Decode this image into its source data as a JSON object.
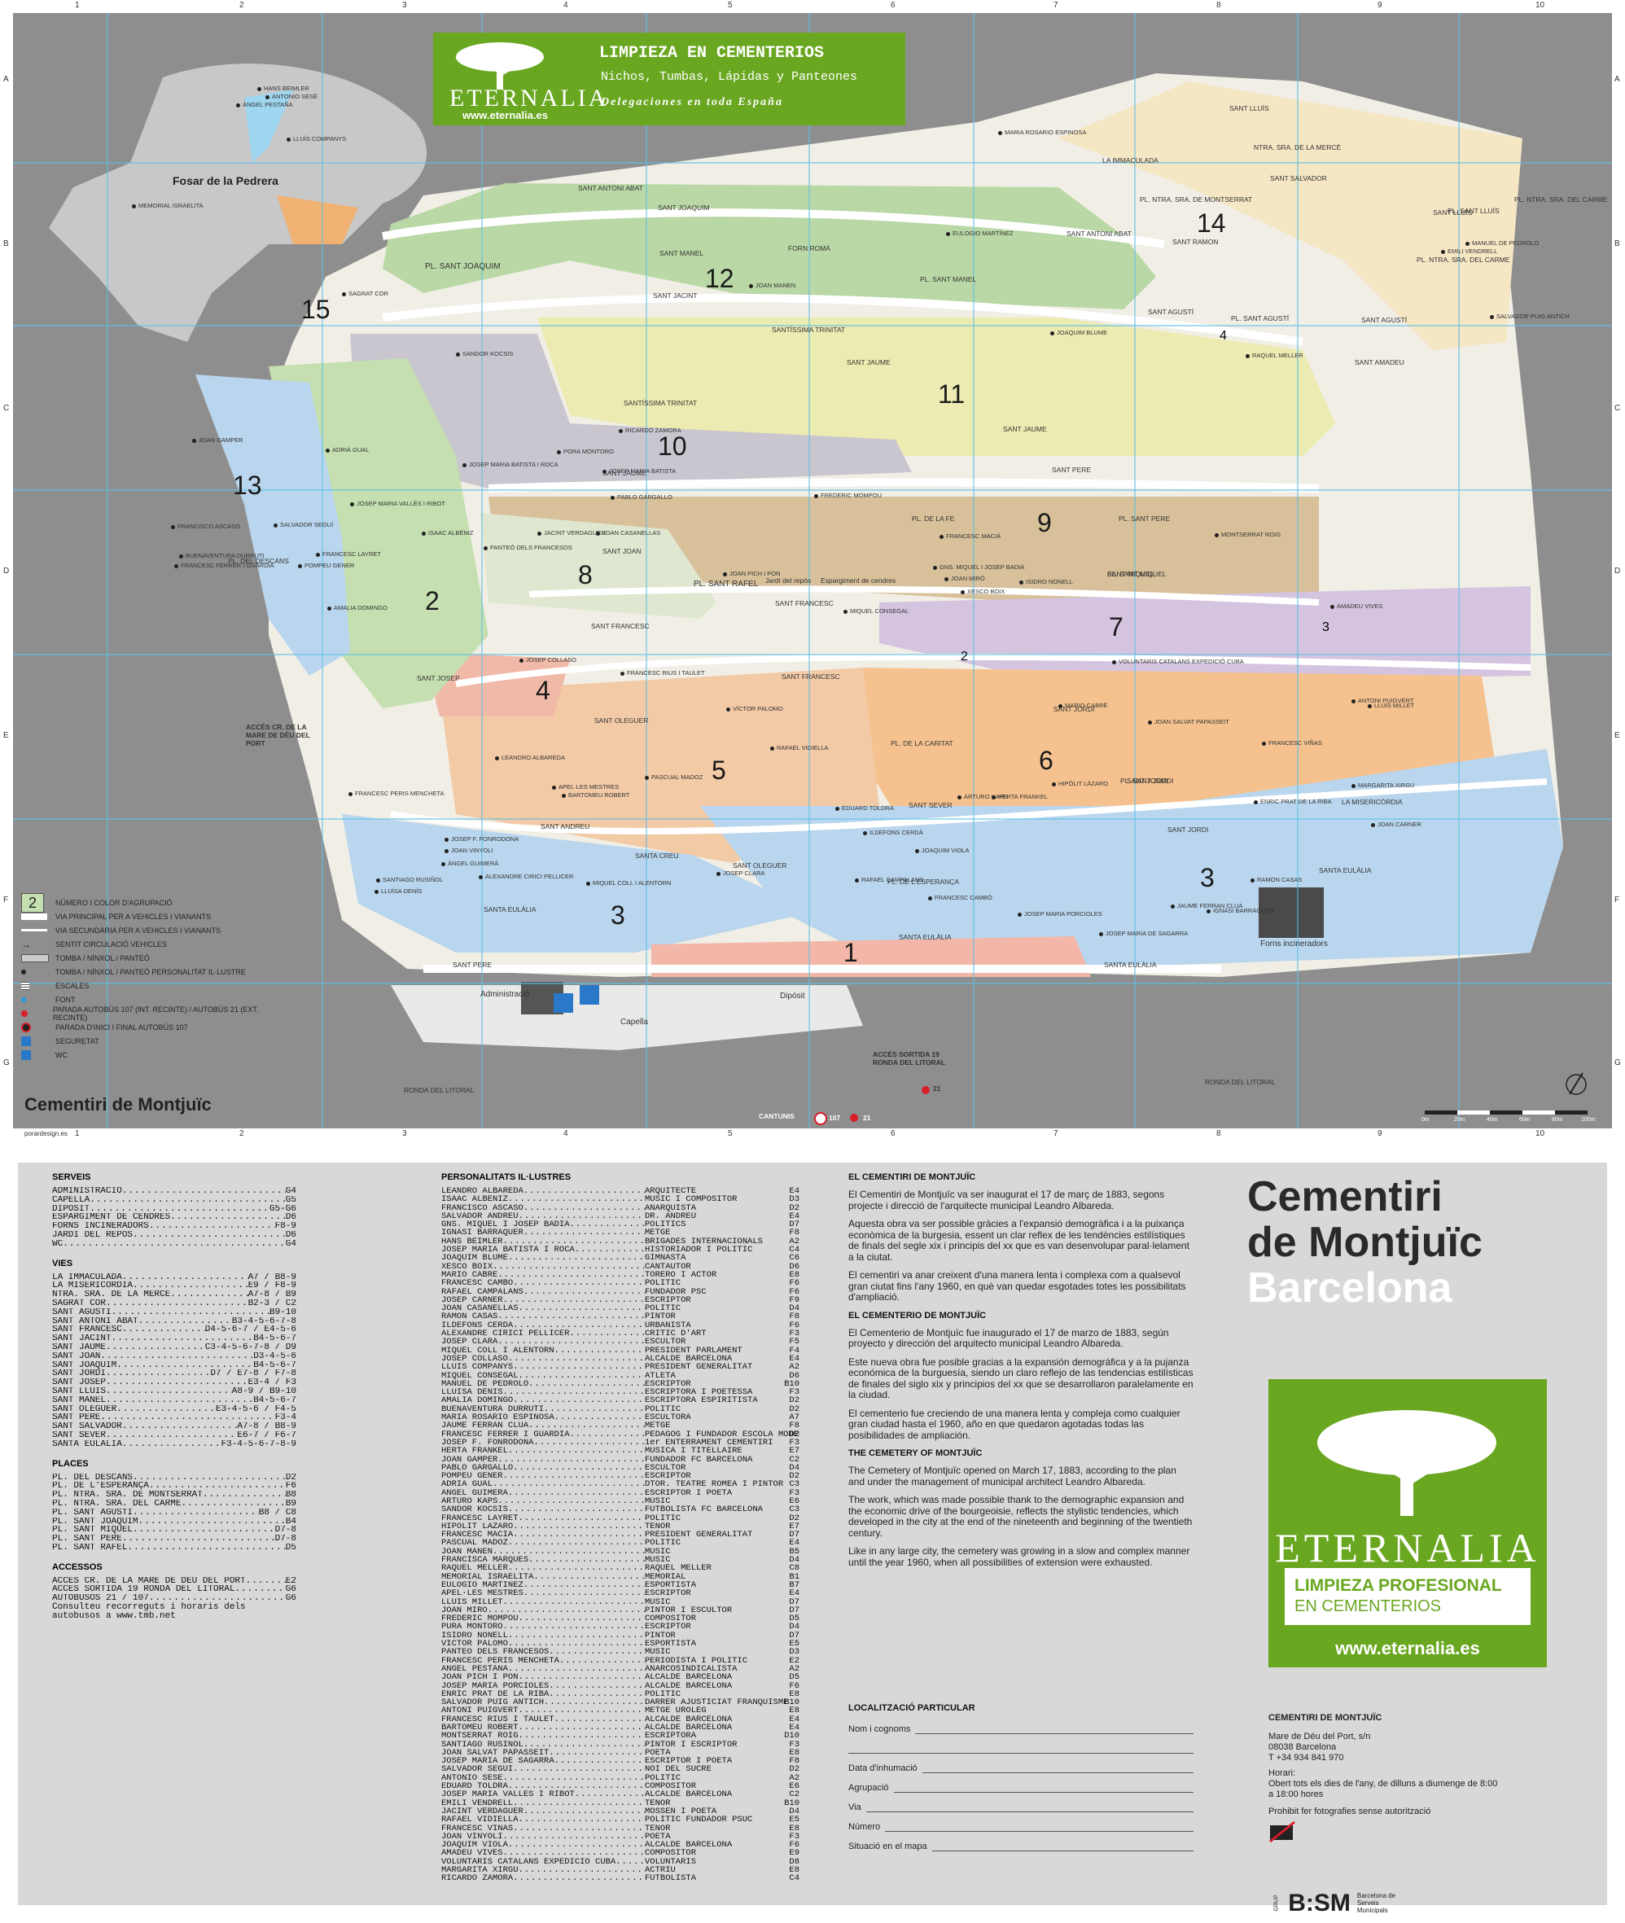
{
  "map": {
    "title": "Cementiri de Montjuïc",
    "credit": "porardesign.es",
    "grid_cols": [
      "1",
      "2",
      "3",
      "4",
      "5",
      "6",
      "7",
      "8",
      "9",
      "10"
    ],
    "grid_rows": [
      "A",
      "B",
      "C",
      "D",
      "E",
      "F",
      "G"
    ],
    "zones": [
      "1",
      "2",
      "3",
      "3",
      "4",
      "5",
      "6",
      "7",
      "8",
      "9",
      "10",
      "11",
      "12",
      "13",
      "14",
      "15"
    ],
    "extra_marks": [
      "4",
      "3",
      "2"
    ],
    "area_fossar": "Fosar de la Pedrera",
    "ad": {
      "line1": "LIMPIEZA EN CEMENTERIOS",
      "line2": "Nichos, Tumbas, Lápidas y Panteones",
      "line3": "Delegaciones en toda España",
      "brand": "ETERNALIA",
      "url": "www.eternalia.es"
    },
    "streets": [
      "SANT ANTONI ABAT",
      "SANT JOAQUIM",
      "SANT MANEL",
      "SANT JACINT",
      "SANTÍSSIMA TRINITAT",
      "SANTÍSSIMA TRINITAT",
      "SANT JAUME",
      "SANT JAUME",
      "SANT JAUME",
      "SANT JOAN",
      "SANT FRANCESC",
      "SANT FRANCESC",
      "SANT FRANCESC",
      "SANT OLEGUER",
      "SANT JOSEP",
      "SANT ANDREU",
      "SANTA CREU",
      "SANT OLEGUER",
      "SANTA EULÀLIA",
      "SANTA EULÀLIA",
      "SANTA EULÀLIA",
      "SANTA EULÀLIA",
      "SANT PERE",
      "SANT SEVER",
      "SANT JORDI",
      "SANT JORDI",
      "SANT JORDI",
      "SANT MIQUEL",
      "SANT PERE",
      "SANT LLUÍS",
      "NTRA. SRA. DE LA MERCÈ",
      "LA IMMACULADA",
      "SANT SALVADOR",
      "SANT RAMON",
      "SANT AGUSTÍ",
      "SANT AGUSTÍ",
      "SANT AMADEU",
      "LA MISERICÒRDIA",
      "SANT LLUÍS",
      "SANT ANTONI ABAT",
      "RONDA DEL LITORAL",
      "RONDA DEL LITORAL"
    ],
    "places": [
      "PL. SANT JOAQUIM",
      "FORN ROMÀ",
      "PL. SANT MANEL",
      "PL. SANT RAFEL",
      "Jardí del repòs",
      "Espargiment de cendres",
      "PL. DE LA FE",
      "PL. SANT PERE",
      "PL. SANT MIQUEL",
      "PL. DE LA CARITAT",
      "PL. DEL DESCANS",
      "PL. DE L'ESPERANÇA",
      "PL. SANT AGUSTÍ",
      "PL. NTRA. SRA. DE MONTSERRAT",
      "PL. NTRA. SRA. DEL CARME",
      "PL. NTRA. SRA. DEL CARME",
      "PL. SANT LLUÍS",
      "PL. SANT JORDI",
      "Administració",
      "Capella",
      "Dipòsit",
      "Forns incineradors",
      "ACCÉS CR. DE LA MARE DE DÉU DEL PORT",
      "ACCÉS SORTIDA 19 RONDA DEL LITORAL",
      "CANTUNIS"
    ],
    "people": [
      "HANS BEIMLER",
      "ANTONIO SESÉ",
      "ÀNGEL PESTAÑA",
      "LLUÍS COMPANYS",
      "MEMORIAL ISRAELITA",
      "SAGRAT COR",
      "SANDOR KOCSIS",
      "JOAN MANEN",
      "JOAQUIM BLUME",
      "RICARDO ZAMORA",
      "PORA MONTORO",
      "JOSEP MARIA BATISTA I ROCA",
      "PABLO GARGALLO",
      "FREDERIC MOMPOU",
      "ISAAC ALBÉNIZ",
      "JACINT VERDAGUER",
      "JOAN CASANELLAS",
      "PANTEÓ DELS FRANCESOS",
      "JOAN PICH I PON",
      "FRANCESC MACIÀ",
      "GNS. MIQUEL I JOSEP BADIA",
      "JOAN MIRÓ",
      "ISIDRO NONELL",
      "XESCO BOIX",
      "MIQUEL CONSEGAL",
      "FRANCESC RIUS I TAULET",
      "JOSEP COLLASO",
      "AMALIA DOMINGO",
      "JOSEP MARIA VALLÈS I RIBOT",
      "ADRIÀ GUAL",
      "JOAN GAMPER",
      "FRANCESC LAYRET",
      "POMPEU GENER",
      "FRANCISCO ASCASO",
      "BUENAVENTURA DURRUTI",
      "FRANCESC FERRER I GUÀRDIA",
      "SALVADOR SEGUÍ",
      "VÍCTOR PALOMO",
      "RAFAEL VIDIELLA",
      "LEANDRO ALBAREDA",
      "APEL·LES MESTRES",
      "BARTOMEU ROBERT",
      "PASCUAL MADOZ",
      "EDUARD TOLDRA",
      "ILDEFONS CERDÀ",
      "JOAQUIM VIOLA",
      "RAFAEL CAMPALANS",
      "FRANCESC CAMBÓ",
      "JOSEP MARIA PORCIOLES",
      "ARTURO KAPS",
      "HERTA FRANKEL",
      "HIPÒLIT LÀZARO",
      "ENRIC PRAT DE LA RIBA",
      "FRANCESC VIÑAS",
      "JOAN SALVAT PAPASSEIT",
      "MARIO CABRÉ",
      "ANTONI PUIGVERT",
      "LLUÍS MILLET",
      "VOLUNTARIS CATALANS EXPEDICIÓ CUBA",
      "MONTSERRAT ROIG",
      "AMADEU VIVES",
      "MARGARITA XIRGU",
      "JOAN CARNER",
      "RAMON CASAS",
      "JAUME FERRAN CLUA",
      "IGNASI BARRAQUER",
      "JOSEP MARIA DE SAGARRA",
      "FRANCESC PERIS MENCHETA",
      "JOSEP F. FONRODONA",
      "JOAN VINYOLI",
      "ÀNGEL GUIMERÀ",
      "ALEXANDRE CIRICI PELLICER",
      "MIQUEL COLL I ALENTORN",
      "JOSEP CLARA",
      "SANTIAGO RUSIÑOL",
      "LLUÍSA DENÍS",
      "JOSEP MARIA BATISTA",
      "MARIA ROSARIO ESPINOSA",
      "EULOGIO MARTÍNEZ",
      "RAQUEL MELLER",
      "MANUEL DE PEDROLO",
      "EMILI VENDRELL",
      "SALVADOR PUIG ANTICH"
    ],
    "legend": [
      {
        "sym": "2",
        "text": "NÚMERO I COLOR D'AGRUPACIÓ"
      },
      {
        "sym": "main-road",
        "text": "VIA PRINCIPAL PER A VEHICLES I VIANANTS"
      },
      {
        "sym": "sec-road",
        "text": "VIA SECUNDÀRIA PER A VEHICLES I VIANANTS"
      },
      {
        "sym": "arrow",
        "text": "SENTIT CIRCULACIÓ VEHICLES"
      },
      {
        "sym": "tomb",
        "text": "TOMBA / NÍNXOL / PANTEÓ"
      },
      {
        "sym": "tomb-p",
        "text": "TOMBA / NÍNXOL / PANTEÓ PERSONALITAT IL·LUSTRE"
      },
      {
        "sym": "stairs",
        "text": "ESCALES"
      },
      {
        "sym": "fount",
        "text": "FONT"
      },
      {
        "sym": "bus",
        "text": "PARADA AUTOBÚS 107 (INT. RECINTE) / AUTOBÚS 21 (EXT. RECINTE)"
      },
      {
        "sym": "bus2",
        "text": "PARADA D'INICI I FINAL AUTOBÚS 107"
      },
      {
        "sym": "security",
        "text": "SEGURETAT"
      },
      {
        "sym": "wc",
        "text": "WC"
      }
    ],
    "scale_labels": [
      "0m",
      "20m",
      "40m",
      "60m",
      "80m",
      "100m"
    ],
    "bus_labels": {
      "b107": "107",
      "b21": "21",
      "b21b": "21"
    }
  },
  "services": {
    "header": "SERVEIS",
    "items": [
      [
        "ADMINISTRACIÓ",
        "G4"
      ],
      [
        "CAPELLA",
        "G5"
      ],
      [
        "DIPÒSIT",
        "G5-G6"
      ],
      [
        "ESPARGIMENT DE CENDRES",
        "D6"
      ],
      [
        "FORNS INCINERADORS",
        "F8-9"
      ],
      [
        "JARDÍ DEL REPÒS",
        "D6"
      ],
      [
        "WC",
        "G4"
      ]
    ]
  },
  "vies": {
    "header": "VIES",
    "items": [
      [
        "LA IMMACULADA",
        "A7 / B8-9"
      ],
      [
        "LA MISERICÒRDIA",
        "E9 / F8-9"
      ],
      [
        "NTRA. SRA. DE LA MERCÈ",
        "A7-8 / B9"
      ],
      [
        "SAGRAT COR",
        "B2-3 / C2"
      ],
      [
        "SANT AGUSTÍ",
        "B9-10"
      ],
      [
        "SANT ANTONI ABAT",
        "B3-4-5-6-7-8"
      ],
      [
        "SANT FRANCESC",
        "D4-5-6-7 / E4-5-6"
      ],
      [
        "SANT JACINT",
        "B4-5-6-7"
      ],
      [
        "SANT JAUME",
        "C3-4-5-6-7-8 / D9"
      ],
      [
        "SANT JOAN",
        "D3-4-5-6"
      ],
      [
        "SANT JOAQUIM",
        "B4-5-6-7"
      ],
      [
        "SANT JORDI",
        "D7 / E7-8 / F7-8"
      ],
      [
        "SANT JOSEP",
        "E3-4 / F3"
      ],
      [
        "SANT LLUÍS",
        "A8-9 / B9-10"
      ],
      [
        "SANT MANEL",
        "B4-5-6-7"
      ],
      [
        "SANT OLEGUER",
        "E3-4-5-6 / F4-5"
      ],
      [
        "SANT PERE",
        "F3-4"
      ],
      [
        "SANT SALVADOR",
        "A7-8 / B8-9"
      ],
      [
        "SANT SEVER",
        "E6-7 / F6-7"
      ],
      [
        "SANTA EULÀLIA",
        "F3-4-5-6-7-8-9"
      ]
    ]
  },
  "places_list": {
    "header": "PLACES",
    "items": [
      [
        "PL. DEL DESCANS",
        "D2"
      ],
      [
        "PL. DE L'ESPERANÇA",
        "F6"
      ],
      [
        "PL. NTRA. SRA. DE MONTSERRAT",
        "B8"
      ],
      [
        "PL. NTRA. SRA. DEL CARME",
        "B9"
      ],
      [
        "PL. SANT AGUSTÍ",
        "B8 / C8"
      ],
      [
        "PL. SANT JOAQUIM",
        "B4"
      ],
      [
        "PL. SANT MIQUEL",
        "D7-8"
      ],
      [
        "PL. SANT PERE",
        "D7-8"
      ],
      [
        "PL. SANT RAFEL",
        "D5"
      ]
    ]
  },
  "accessos": {
    "header": "ACCESSOS",
    "items": [
      [
        "ACCÉS CR. DE LA MARE DE DÉU DEL PORT",
        "E2"
      ],
      [
        "ACCÉS SORTIDA 19 RONDA DEL LITORAL",
        "G6"
      ],
      [
        "AUTOBUSOS 21 / 107",
        "G6"
      ]
    ],
    "note": "Consulteu recorreguts i horaris dels autobusos a www.tmb.net"
  },
  "people_list": {
    "header": "PERSONALITATS IL·LUSTRES",
    "items": [
      [
        "LEANDRO ALBAREDA",
        "ARQUITECTE",
        "E4"
      ],
      [
        "ISAAC ALBÉNIZ",
        "MÚSIC I COMPOSITOR",
        "D3"
      ],
      [
        "FRANCISCO ASCASO",
        "ANARQUISTA",
        "D2"
      ],
      [
        "SALVADOR ANDREU",
        "DR. ANDREU",
        "E4"
      ],
      [
        "GNS. MIQUEL I JOSEP BADIA",
        "POLÍTICS",
        "D7"
      ],
      [
        "IGNASI BARRAQUER",
        "METGE",
        "F8"
      ],
      [
        "HANS BEIMLER",
        "BRIGADES INTERNACIONALS",
        "A2"
      ],
      [
        "JOSEP MARIA BATISTA I ROCA",
        "HISTORIADOR I POLÍTIC",
        "C4"
      ],
      [
        "JOAQUIM BLUME",
        "GIMNASTA",
        "C6"
      ],
      [
        "XESCO BOIX",
        "CANTAUTOR",
        "D6"
      ],
      [
        "MARIO CABRÉ",
        "TORERO I ACTOR",
        "E8"
      ],
      [
        "FRANCESC CAMBÓ",
        "POLÍTIC",
        "F6"
      ],
      [
        "RAFAEL CAMPALANS",
        "FUNDADOR PSC",
        "F6"
      ],
      [
        "JOSEP CARNER",
        "ESCRIPTOR",
        "F9"
      ],
      [
        "JOAN CASANELLAS",
        "POLÍTIC",
        "D4"
      ],
      [
        "RAMON CASAS",
        "PINTOR",
        "F8"
      ],
      [
        "ILDEFONS CERDÀ",
        "URBANISTA",
        "F6"
      ],
      [
        "ALEXANDRE CIRICI PELLICER",
        "CRÍTIC D'ART",
        "F3"
      ],
      [
        "JOSEP CLARA",
        "ESCULTOR",
        "F5"
      ],
      [
        "MIQUEL COLL I ALENTORN",
        "PRESIDENT PARLAMENT",
        "F4"
      ],
      [
        "JOSEP COLLASO",
        "ALCALDE BARCELONA",
        "E4"
      ],
      [
        "LLUÍS COMPANYS",
        "PRESIDENT GENERALITAT",
        "A2"
      ],
      [
        "MIQUEL CONSEGAL",
        "ATLETA",
        "D6"
      ],
      [
        "MANUEL DE PEDROLO",
        "ESCRIPTOR",
        "B10"
      ],
      [
        "LLUÍSA DENÍS",
        "ESCRIPTORA I POETESSA",
        "F3"
      ],
      [
        "AMALIA DOMINGO",
        "ESCRIPTORA ESPIRITISTA",
        "D2"
      ],
      [
        "BUENAVENTURA DURRUTI",
        "POLÍTIC",
        "D2"
      ],
      [
        "MARIA ROSARIO ESPINOSA",
        "ESCULTORA",
        "A7"
      ],
      [
        "JAUME FERRAN CLUA",
        "METGE",
        "F8"
      ],
      [
        "FRANCESC FERRER I GUÀRDIA",
        "PEDAGOG I FUNDADOR ESCOLA MODERNA",
        "D2"
      ],
      [
        "JOSEP F. FONRODONA",
        "1er ENTERRAMENT CEMENTIRI",
        "F3"
      ],
      [
        "HERTA FRANKEL",
        "MÚSICA I TITELLAIRE",
        "E7"
      ],
      [
        "JOAN GAMPER",
        "FUNDADOR FC BARCELONA",
        "C2"
      ],
      [
        "PABLO GARGALLO",
        "ESCULTOR",
        "D4"
      ],
      [
        "POMPEU GENER",
        "ESCRIPTOR",
        "D2"
      ],
      [
        "ADRIÀ GUAL",
        "DTOR. TEATRE ROMEA I PINTOR",
        "C3"
      ],
      [
        "ÀNGEL GUIMERÀ",
        "ESCRIPTOR I POETA",
        "F3"
      ],
      [
        "ARTURO KAPS",
        "MÚSIC",
        "E6"
      ],
      [
        "SANDOR KOCSIS",
        "FUTBOLISTA FC BARCELONA",
        "C3"
      ],
      [
        "FRANCESC LAYRET",
        "POLÍTIC",
        "D2"
      ],
      [
        "HIPÒLIT LÀZARO",
        "TENOR",
        "E7"
      ],
      [
        "FRANCESC MACIÀ",
        "PRESIDENT GENERALITAT",
        "D7"
      ],
      [
        "PASCUAL MADOZ",
        "POLÍTIC",
        "E4"
      ],
      [
        "JOAN MANEN",
        "MÚSIC",
        "B5"
      ],
      [
        "FRANCISCA MARQUÈS",
        "MÚSIC",
        "D4"
      ],
      [
        "RAQUEL MELLER",
        "RAQUEL MELLER",
        "C8"
      ],
      [
        "MEMORIAL ISRAELITA",
        "MEMORIAL",
        "B1"
      ],
      [
        "EULOGIO MARTÍNEZ",
        "ESPORTISTA",
        "B7"
      ],
      [
        "APEL·LES MESTRES",
        "ESCRIPTOR",
        "E4"
      ],
      [
        "LLUÍS MILLET",
        "MÚSIC",
        "D7"
      ],
      [
        "JOAN MIRÓ",
        "PINTOR I ESCULTOR",
        "D7"
      ],
      [
        "FREDERIC MOMPOU",
        "COMPOSITOR",
        "D5"
      ],
      [
        "PURA MONTORO",
        "ESCRIPTOR",
        "D4"
      ],
      [
        "ISIDRO NONELL",
        "PINTOR",
        "D7"
      ],
      [
        "VÍCTOR PALOMO",
        "ESPORTISTA",
        "E5"
      ],
      [
        "PANTEÓ DELS FRANCESOS",
        "MÚSIC",
        "D3"
      ],
      [
        "FRANCESC PERIS MENCHETA",
        "PERIODISTA I POLÍTIC",
        "E2"
      ],
      [
        "ÀNGEL PESTAÑA",
        "ANARCOSINDICALISTA",
        "A2"
      ],
      [
        "JOAN PICH I PON",
        "ALCALDE BARCELONA",
        "D5"
      ],
      [
        "JOSEP MARIA PORCIOLES",
        "ALCALDE BARCELONA",
        "F6"
      ],
      [
        "ENRIC PRAT DE LA RIBA",
        "POLÍTIC",
        "E8"
      ],
      [
        "SALVADOR PUIG ANTICH",
        "DARRER AJUSTICIAT FRANQUISME",
        "B10"
      ],
      [
        "ANTONI PUIGVERT",
        "METGE URÒLEG",
        "E8"
      ],
      [
        "FRANCESC RIUS I TAULET",
        "ALCALDE BARCELONA",
        "E4"
      ],
      [
        "BARTOMEU ROBERT",
        "ALCALDE BARCELONA",
        "E4"
      ],
      [
        "MONTSERRAT ROIG",
        "ESCRIPTORA",
        "D10"
      ],
      [
        "SANTIAGO RUSIÑOL",
        "PINTOR I ESCRIPTOR",
        "F3"
      ],
      [
        "JOAN SALVAT PAPASSEIT",
        "POETA",
        "E8"
      ],
      [
        "JOSEP MARIA DE SAGARRA",
        "ESCRIPTOR I POETA",
        "F8"
      ],
      [
        "SALVADOR SEGUÍ",
        "NOI DEL SUCRE",
        "D2"
      ],
      [
        "ANTONIO SESÉ",
        "POLÍTIC",
        "A2"
      ],
      [
        "EDUARD TOLDRÀ",
        "COMPOSITOR",
        "E6"
      ],
      [
        "JOSEP MARIA VALLÈS I RIBOT",
        "ALCALDE BARCELONA",
        "C2"
      ],
      [
        "EMILI VENDRELL",
        "TENOR",
        "B10"
      ],
      [
        "JACINT VERDAGUER",
        "MOSSÈN I POETA",
        "D4"
      ],
      [
        "RAFAEL VIDIELLA",
        "POLÍTIC FUNDADOR PSUC",
        "E5"
      ],
      [
        "FRANCESC VIÑAS",
        "TENOR",
        "E8"
      ],
      [
        "JOAN VINYOLI",
        "POETA",
        "F3"
      ],
      [
        "JOAQUIM VIOLA",
        "ALCALDE BARCELONA",
        "F6"
      ],
      [
        "AMADEU VIVES",
        "COMPOSITOR",
        "E9"
      ],
      [
        "VOLUNTARIS CATALANS EXPEDICIÓ CUBA",
        "VOLUNTARIS",
        "D8"
      ],
      [
        "MARGARITA XIRGU",
        "ACTRIU",
        "E8"
      ],
      [
        "RICARDO ZAMORA",
        "FUTBOLISTA",
        "C4"
      ]
    ]
  },
  "history": {
    "h1": "EL CEMENTIRI DE MONTJUÏC",
    "p1": [
      "El Cementiri de Montjuïc va ser inaugurat el 17 de març de 1883, segons projecte i direcció de l'arquitecte municipal Leandro Albareda.",
      "Aquesta obra va ser possible gràcies a l'expansió demogràfica i a la puixança econòmica de la burgesia, essent un clar reflex de les tendències estilístiques de finals del segle xix i principis del xx que es van desenvolupar paral·lelament a la ciutat.",
      "El cementiri va anar creixent d'una manera lenta i complexa com a qualsevol gran ciutat fins l'any 1960, en què van quedar esgotades totes les possibilitats d'ampliació."
    ],
    "h2": "EL CEMENTERIO DE MONTJUÏC",
    "p2": [
      "El Cementerio de Montjuïc fue inaugurado el 17 de marzo de 1883, según proyecto y dirección del arquitecto municipal Leandro Albareda.",
      "Este nueva obra fue posible gracias a la expansión demográfica y a la pujanza económica de la burguesía, siendo un claro reflejo de las tendencias estilísticas de finales del siglo xix y principios del xx que se desarrollaron paralelamente en la ciudad.",
      "El cementerio fue creciendo de una manera lenta y compleja como cualquier gran ciudad hasta el 1960, año en que quedaron agotadas todas las posibilidades de ampliación."
    ],
    "h3": "THE CEMETERY OF MONTJUÏC",
    "p3": [
      "The Cemetery of Montjuïc opened on March 17, 1883, according to the plan and under the management of municipal architect Leandro Albareda.",
      "The work, which was made possible thank to the demographic expansion and the economic drive of the bourgeoisie, reflects the stylistic tendencies, which developed in the city at the end of the nineteenth and beginning of the twentieth century.",
      "Like in any large city, the cemetery was growing in a slow and complex manner until the year 1960, when all possibilities of extension were exhausted."
    ]
  },
  "form": {
    "header": "LOCALITZACIÓ PARTICULAR",
    "fields": [
      "Nom i cognoms",
      "",
      "Data d'inhumació",
      "Agrupació",
      "Via",
      "Número",
      "Situació en el mapa"
    ]
  },
  "title_block": {
    "line1": "Cementiri",
    "line2": "de Montjuïc",
    "line3": "Barcelona"
  },
  "ad2": {
    "brand": "ETERNALIA",
    "line1": "LIMPIEZA PROFESIONAL",
    "line2": "EN CEMENTERIOS",
    "url": "www.eternalia.es"
  },
  "contact": {
    "header": "CEMENTIRI DE MONTJUÏC",
    "address1": "Mare de Déu del Port, s/n",
    "address2": "08038 Barcelona",
    "phone": "T +34 934 841 970",
    "hours_label": "Horari:",
    "hours": "Obert tots els dies de l'any, de dilluns a diumenge de 8:00 a 18:00 hores",
    "photo": "Prohibit fer fotografies sense autorització",
    "grup": "GRUP",
    "bsm": "B:SM",
    "bsm_full": "Barcelona de Serveis Municipals"
  },
  "colors": {
    "green": "#6aa721",
    "map_gray": "#8e8e8e",
    "zone_green": "#b9d8a5",
    "zone_yellow": "#ecebb1",
    "zone_tan": "#d7c09a",
    "zone_purple": "#d4c4e0",
    "zone_orange": "#f5c28f",
    "zone_blue": "#b9d6ee",
    "zone_pink": "#f1b9a8",
    "zone_cream": "#f5e6c4"
  }
}
